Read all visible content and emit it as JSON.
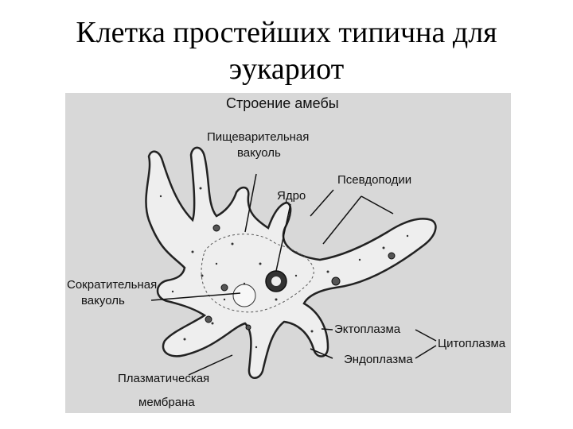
{
  "slide": {
    "title_line1": "Клетка простейших типична для",
    "title_line2": "эукариот"
  },
  "figure": {
    "title": "Строение амебы",
    "labels": {
      "digestive_vacuole_1": "Пищеварительная",
      "digestive_vacuole_2": "вакуоль",
      "nucleus": "Ядро",
      "pseudopodia": "Псевдоподии",
      "contractile_vacuole_1": "Сократительная",
      "contractile_vacuole_2": "вакуоль",
      "ectoplasm": "Эктоплазма",
      "endoplasm": "Эндоплазма",
      "cytoplasm": "Цитоплазма",
      "plasma_membrane_1": "Плазматическая",
      "plasma_membrane_2": "мембрана"
    },
    "colors": {
      "background": "#d8d8d8",
      "cell_fill": "#eeeeee",
      "outline": "#222222"
    }
  }
}
